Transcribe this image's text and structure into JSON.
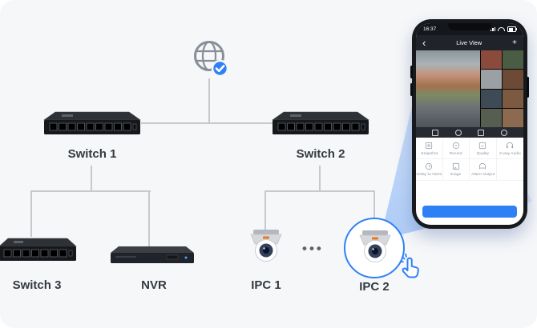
{
  "colors": {
    "accent_blue": "#2e80f5",
    "connector_line": "#c6cacd",
    "canvas_bg": "#f6f7f9",
    "label_text": "#343a41",
    "device_dark": "#16181b"
  },
  "topology": {
    "labels": {
      "switch1": "Switch 1",
      "switch2": "Switch 2",
      "switch3": "Switch 3",
      "nvr": "NVR",
      "ipc1": "IPC 1",
      "ipc2": "IPC 2"
    },
    "more_indicator": "•••"
  },
  "phone": {
    "status_time": "16:37",
    "nav_title": "Live View",
    "nav_back": "‹",
    "nav_more": "+",
    "actions_row1": [
      "Snapshot",
      "Record",
      "Quality",
      "2-way Audio"
    ],
    "actions_row2": [
      "Delay to Alarm",
      "Image",
      "Alarm Output"
    ]
  }
}
